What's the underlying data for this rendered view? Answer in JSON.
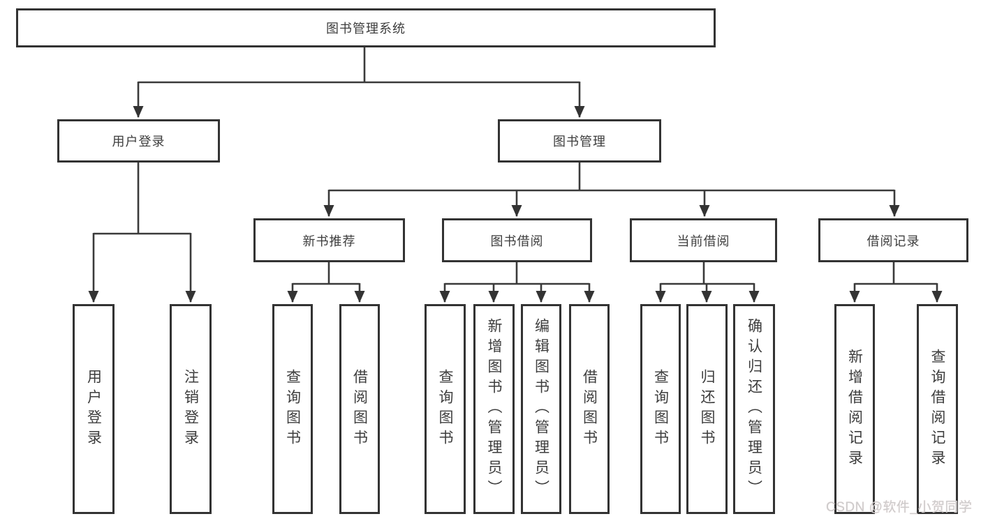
{
  "tree": {
    "root": {
      "label": "图书管理系统",
      "children": [
        {
          "label": "用户登录",
          "children": [
            {
              "label": "用户登录"
            },
            {
              "label": "注销登录"
            }
          ]
        },
        {
          "label": "图书管理",
          "children": [
            {
              "label": "新书推荐",
              "children": [
                {
                  "label": "查询图书"
                },
                {
                  "label": "借阅图书"
                }
              ]
            },
            {
              "label": "图书借阅",
              "children": [
                {
                  "label": "查询图书"
                },
                {
                  "label": "新增图书（管理员）"
                },
                {
                  "label": "编辑图书（管理员）"
                },
                {
                  "label": "借阅图书"
                }
              ]
            },
            {
              "label": "当前借阅",
              "children": [
                {
                  "label": "查询图书"
                },
                {
                  "label": "归还图书"
                },
                {
                  "label": "确认归还（管理员）"
                }
              ]
            },
            {
              "label": "借阅记录",
              "children": [
                {
                  "label": "新增借阅记录"
                },
                {
                  "label": "查询借阅记录"
                }
              ]
            }
          ]
        }
      ]
    }
  },
  "watermark": {
    "text": "CSDN @软件_小贺同学"
  },
  "colors": {
    "background": "#ffffff",
    "line": "#3a3a3a",
    "box_border": "#333333",
    "text": "#3d3d3d",
    "watermark": "#cccccc"
  }
}
